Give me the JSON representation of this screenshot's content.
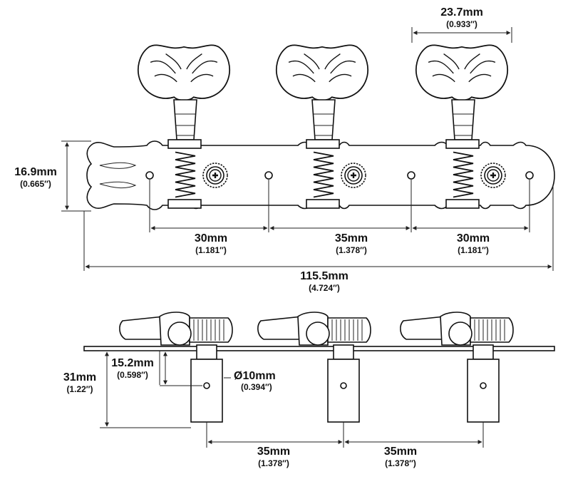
{
  "top_view": {
    "height": {
      "mm": "16.9mm",
      "in": "(0.665″)"
    },
    "button_width": {
      "mm": "23.7mm",
      "in": "(0.933″)"
    },
    "spacing_1": {
      "mm": "30mm",
      "in": "(1.181″)"
    },
    "spacing_2": {
      "mm": "35mm",
      "in": "(1.378″)"
    },
    "spacing_3": {
      "mm": "30mm",
      "in": "(1.181″)"
    },
    "total_length": {
      "mm": "115.5mm",
      "in": "(4.724″)"
    }
  },
  "side_view": {
    "overall_height": {
      "mm": "31mm",
      "in": "(1.22″)"
    },
    "post_offset": {
      "mm": "15.2mm",
      "in": "(0.598″)"
    },
    "post_diameter": {
      "mm": "Ø10mm",
      "in": "(0.394″)"
    },
    "post_spacing_1": {
      "mm": "35mm",
      "in": "(1.378″)"
    },
    "post_spacing_2": {
      "mm": "35mm",
      "in": "(1.378″)"
    }
  }
}
